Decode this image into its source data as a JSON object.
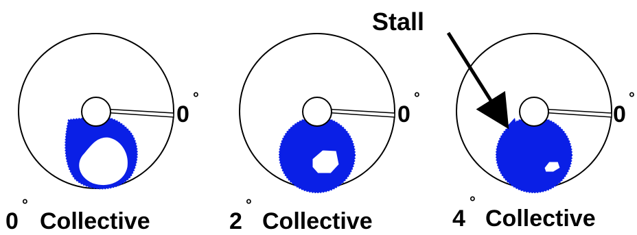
{
  "colors": {
    "stall_region": "#0a1fe6",
    "stroke": "#000000",
    "background": "#ffffff"
  },
  "stall_label": "Stall",
  "panels": [
    {
      "azimuth_label": "0",
      "degree_symbol": "°",
      "caption_value": "0",
      "caption_text": "Collective"
    },
    {
      "azimuth_label": "0",
      "degree_symbol": "°",
      "caption_value": "2",
      "caption_text": "Collective"
    },
    {
      "azimuth_label": "0",
      "degree_symbol": "°",
      "caption_value": "4",
      "caption_text": "Collective"
    }
  ]
}
